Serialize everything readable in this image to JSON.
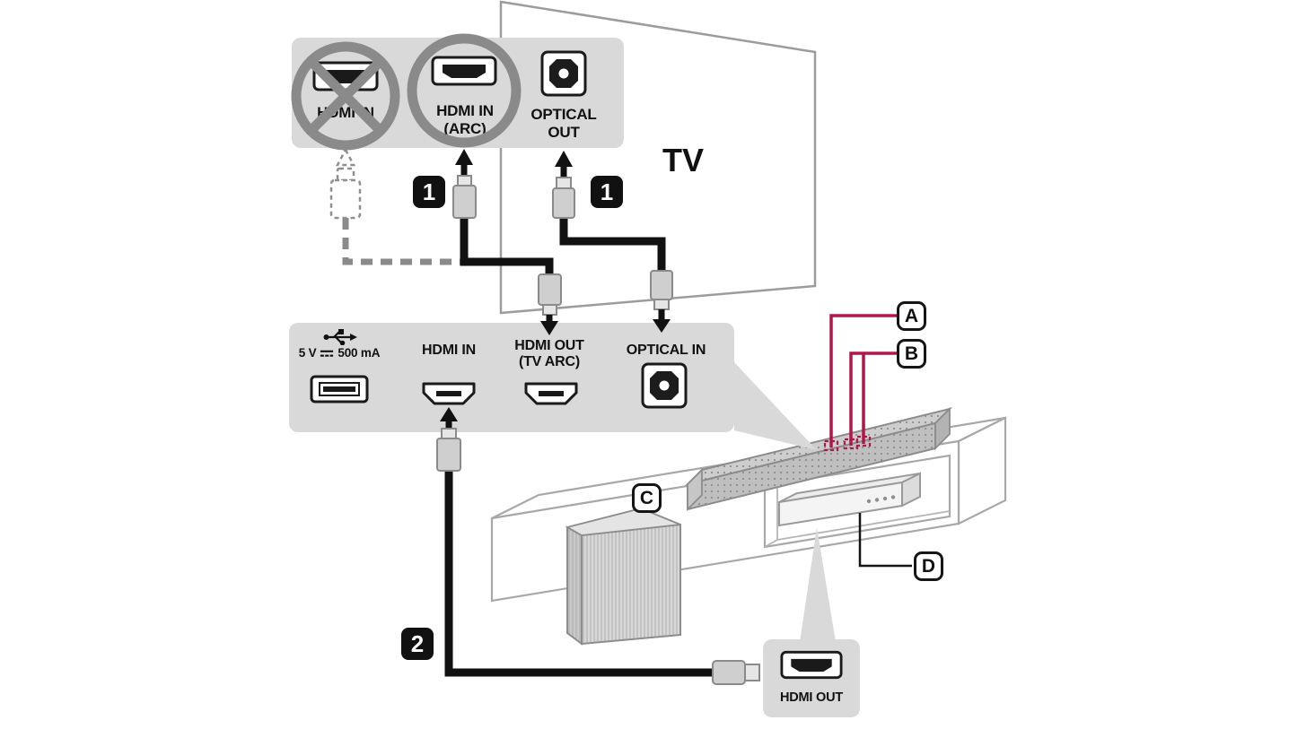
{
  "colors": {
    "accent": "#b0174c",
    "panel": "#d9d9d9",
    "cable": "#111111",
    "muted_gray": "#8a8a8a"
  },
  "tv": {
    "label": "TV"
  },
  "tv_panel": {
    "hdmi_in": {
      "label": "HDMI IN"
    },
    "hdmi_in_arc": {
      "line1": "HDMI IN",
      "line2": "(ARC)"
    },
    "optical_out": {
      "line1": "OPTICAL",
      "line2": "OUT"
    }
  },
  "soundbar_panel": {
    "usb": {
      "voltage": "5 V",
      "current": "500 mA"
    },
    "hdmi_in": {
      "label": "HDMI IN"
    },
    "hdmi_out_arc": {
      "line1": "HDMI OUT",
      "line2": "(TV ARC)"
    },
    "optical_in": {
      "label": "OPTICAL IN"
    }
  },
  "device_panel": {
    "hdmi_out": {
      "label": "HDMI OUT"
    }
  },
  "steps": {
    "step1": "1",
    "step2": "2"
  },
  "callouts": {
    "a": "A",
    "b": "B",
    "c": "C",
    "d": "D"
  }
}
